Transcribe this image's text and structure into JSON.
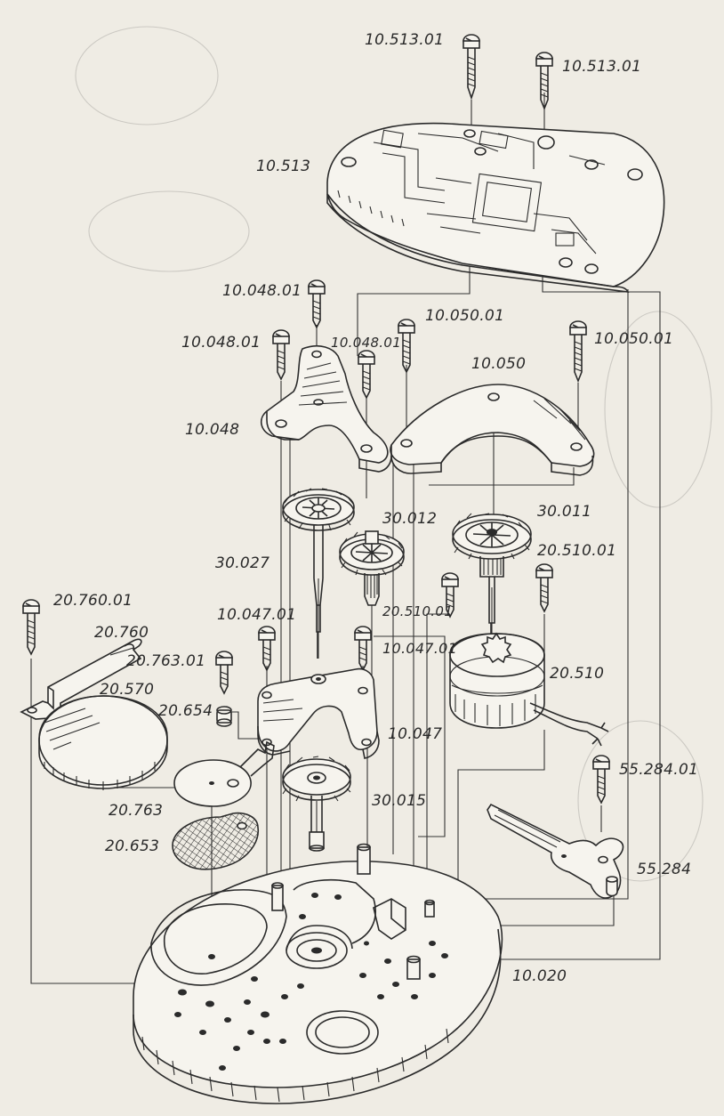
{
  "labels": [
    "10.513.01",
    "10.513.01",
    "10.513",
    "10.048.01",
    "10.050.01",
    "10.048.01",
    "10.048.01",
    "10.050.01",
    "10.050",
    "10.048",
    "30.012",
    "30.011",
    "30.027",
    "20.510.01",
    "20.760.01",
    "20.760",
    "10.047.01",
    "20.510.01",
    "10.047.01",
    "20.763.01",
    "20.570",
    "20.510",
    "20.654",
    "10.047",
    "55.284.01",
    "20.763",
    "30.015",
    "20.653",
    "55.284",
    "10.020"
  ]
}
